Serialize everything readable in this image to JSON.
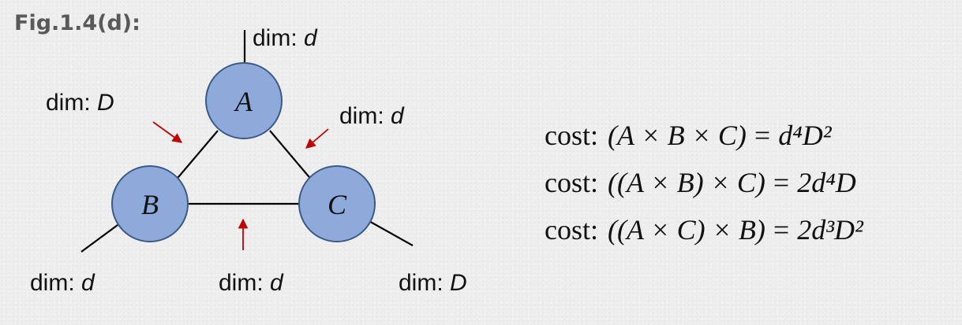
{
  "figure_label": "Fig.1.4(d):",
  "nodes": [
    {
      "id": "A",
      "label": "A"
    },
    {
      "id": "B",
      "label": "B"
    },
    {
      "id": "C",
      "label": "C"
    }
  ],
  "dimension_labels": {
    "a_top": {
      "prefix": "dim: ",
      "value": "d"
    },
    "ab_edge": {
      "prefix": "dim: ",
      "value": "D"
    },
    "ac_edge": {
      "prefix": "dim: ",
      "value": "d"
    },
    "bc_edge": {
      "prefix": "dim: ",
      "value": "d"
    },
    "b_open": {
      "prefix": "dim: ",
      "value": "d"
    },
    "c_open": {
      "prefix": "dim: ",
      "value": "D"
    }
  },
  "costs": [
    {
      "prefix": "cost:",
      "expr": "(A × B × C)",
      "eq": "=",
      "result": "d⁴D²"
    },
    {
      "prefix": "cost:",
      "expr": "((A × B) × C)",
      "eq": "=",
      "result": "2d⁴D"
    },
    {
      "prefix": "cost:",
      "expr": "((A × C) × B)",
      "eq": "=",
      "result": "2d³D²"
    }
  ],
  "colors": {
    "node_fill": "#8eaadb",
    "node_stroke": "#3b5a85",
    "arrow": "#c00000",
    "edge": "#000000",
    "fig_label": "#595959"
  }
}
